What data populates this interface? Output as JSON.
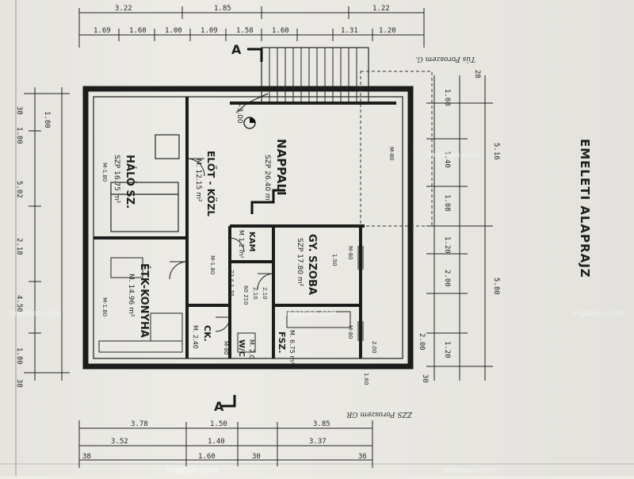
{
  "drawing": {
    "title": "EMELETI ALAPRAJZ",
    "section_marker": "A",
    "elevation_mark": "+3.00",
    "street_note_top": "Tús Poroszem G.",
    "street_note_bottom": "ZZS Poroszem GR"
  },
  "rooms": [
    {
      "id": "halo",
      "name": "HÁLÓ SZ.",
      "area": "SZP 16.75 m²"
    },
    {
      "id": "nappali",
      "name": "NAPPALI",
      "area": "SZP 26.40 m²"
    },
    {
      "id": "elot",
      "name": "ELŐT - KÖZL",
      "area": "M. 12.15 m²"
    },
    {
      "id": "kam",
      "name": "KAM",
      "area": "M 1.2 m²"
    },
    {
      "id": "gyszoba",
      "name": "GY. SZOBA",
      "area": "SZP 17.80 m²"
    },
    {
      "id": "etk",
      "name": "ÉTK-KONYHA",
      "area": "M. 14.96 m²"
    },
    {
      "id": "ck",
      "name": "CK.",
      "area": "M. 2.40"
    },
    {
      "id": "wc",
      "name": "W/C",
      "area": "M. 2.0"
    },
    {
      "id": "fsz",
      "name": "FSZ.",
      "area": "M. 6.75 m²"
    }
  ],
  "dimensions": {
    "top_outer": [
      "1.69",
      "1.60",
      "1.00",
      "1.09",
      "1.58",
      "1.60",
      "1.31",
      "1.20"
    ],
    "top_total": [
      "3.22",
      "1.85",
      "1.22"
    ],
    "left_side": [
      "38",
      "1.80",
      "1.80",
      "5.02",
      "2.18",
      "4.50",
      "1.80",
      "38"
    ],
    "right_inner": [
      "1.08",
      "1.40",
      "5.16",
      "1.08",
      "1.20",
      "2.00",
      "2.00",
      "1.20",
      "5.80"
    ],
    "right_outer": [
      "28",
      "30"
    ],
    "bottom_row1": [
      "3.78",
      "1.50",
      "3.85"
    ],
    "bottom_row2": [
      "3.52",
      "1.40",
      "3.37"
    ],
    "bottom_row3": [
      "38",
      "1.60",
      "30",
      "36"
    ],
    "window_codes": [
      "M-1.80",
      "M-1.80",
      "M-80",
      "M-80",
      "M-1.80",
      "M-80",
      "M-80"
    ],
    "interior_marks": [
      "22 A 1.70",
      "60 210",
      "2.10",
      "2.10",
      "1.50",
      "1.60",
      "2.00"
    ]
  },
  "watermark": "ingatlan.com",
  "colors": {
    "ink": "#1e1e1e",
    "paper": "#ecebe6"
  }
}
